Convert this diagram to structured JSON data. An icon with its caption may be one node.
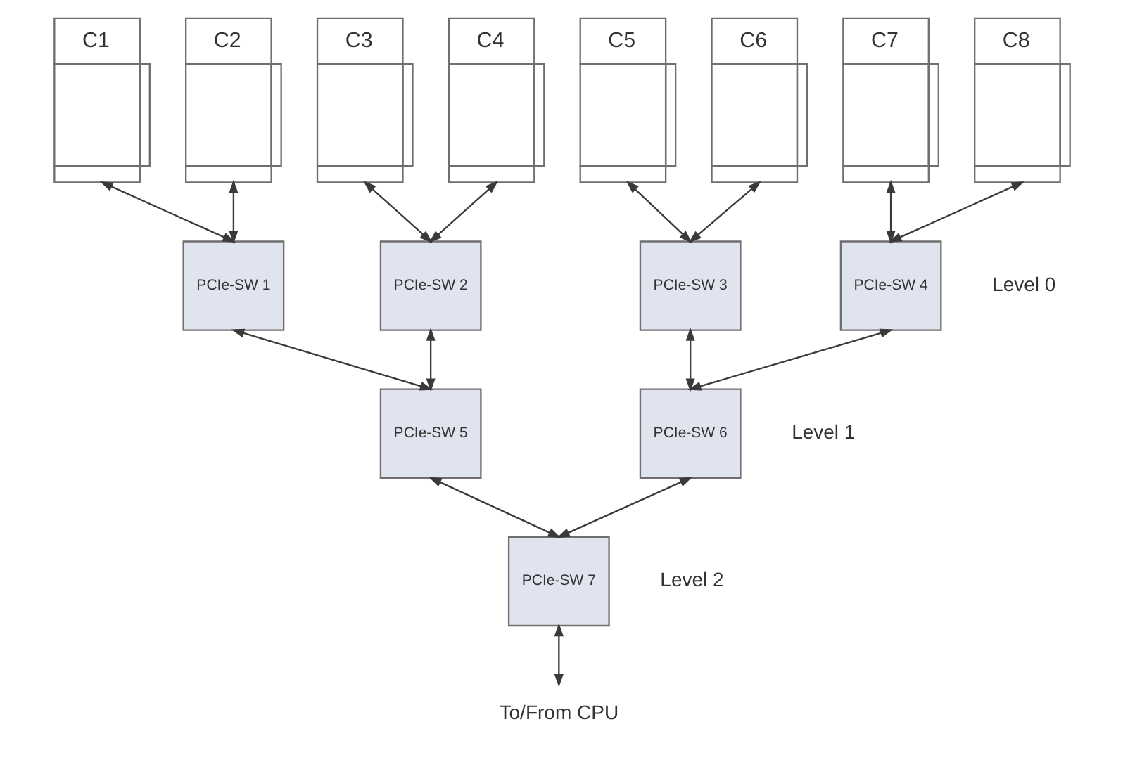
{
  "diagram": {
    "nodes": [
      {
        "text": [
          "C1"
        ]
      },
      {
        "text": [
          "C2"
        ]
      },
      {
        "text": [
          "C3"
        ]
      },
      {
        "text": [
          "C4"
        ]
      },
      {
        "text": [
          "C5"
        ]
      },
      {
        "text": [
          "C6"
        ]
      },
      {
        "text": [
          "C7"
        ]
      },
      {
        "text": [
          "C8"
        ]
      },
      {
        "text": [
          "PCIe-SW 1"
        ]
      },
      {
        "text": [
          "PCIe-SW 2"
        ]
      },
      {
        "text": [
          "PCIe-SW 3"
        ]
      },
      {
        "text": [
          "PCIe-SW 4"
        ]
      },
      {
        "text": [
          "PCIe-SW 5"
        ]
      },
      {
        "text": [
          "PCIe-SW 6"
        ]
      },
      {
        "text": [
          "PCIe-SW 7"
        ]
      },
      {
        "text": [
          "To/From CPU"
        ]
      }
    ],
    "edges": [
      {
        "from": 0,
        "to": 8,
        "arrow": "both"
      },
      {
        "from": 1,
        "to": 8,
        "arrow": "both"
      },
      {
        "from": 2,
        "to": 9,
        "arrow": "both"
      },
      {
        "from": 3,
        "to": 9,
        "arrow": "both"
      },
      {
        "from": 4,
        "to": 10,
        "arrow": "both"
      },
      {
        "from": 5,
        "to": 10,
        "arrow": "both"
      },
      {
        "from": 6,
        "to": 11,
        "arrow": "both"
      },
      {
        "from": 7,
        "to": 11,
        "arrow": "both"
      },
      {
        "from": 8,
        "to": 12,
        "arrow": "both"
      },
      {
        "from": 9,
        "to": 12,
        "arrow": "both"
      },
      {
        "from": 10,
        "to": 13,
        "arrow": "both"
      },
      {
        "from": 11,
        "to": 13,
        "arrow": "both"
      },
      {
        "from": 12,
        "to": 14,
        "arrow": "both"
      },
      {
        "from": 13,
        "to": 14,
        "arrow": "both"
      },
      {
        "from": 14,
        "to": 15,
        "arrow": "both"
      }
    ],
    "labels": [
      "Level 0",
      "Level 1",
      "Level 2"
    ]
  }
}
